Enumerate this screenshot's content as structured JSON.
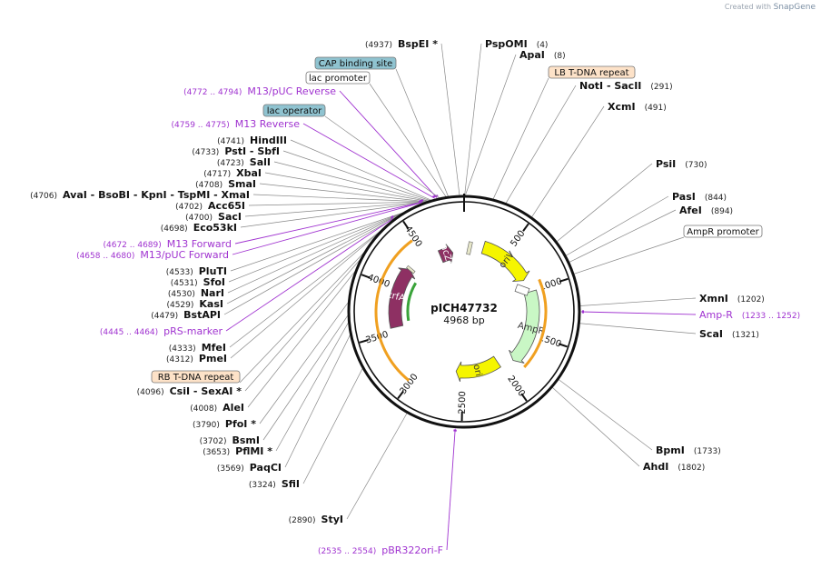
{
  "credit": {
    "prefix": "Created with",
    "brand": "SnapGene"
  },
  "plasmid": {
    "name": "pICH47732",
    "size_label": "4968 bp",
    "length": 4968
  },
  "ticks": [
    "500",
    "1000",
    "1500",
    "2000",
    "2500",
    "3000",
    "3500",
    "4000",
    "4500"
  ],
  "colors": {
    "ring": "#111111",
    "primer": "#a033d0",
    "lacZ": "#8e3063",
    "oriV": "#f5f500",
    "ori": "#f5f500",
    "AmpR": "#c9f7c5",
    "trfA": "#8e3063",
    "orange": "#f0a020",
    "green": "#3aa33a",
    "teal_box": "#8fc3d0",
    "peach_box": "#fde2c8"
  },
  "sites": [
    {
      "name": "BspEI",
      "pos": "(4937)",
      "star": "*",
      "bp": 4937
    },
    {
      "name": "PspOMI",
      "pos": "(4)",
      "star": "",
      "bp": 4
    },
    {
      "name": "ApaI",
      "pos": "(8)",
      "star": "",
      "bp": 8
    },
    {
      "name": "NotI  - SacII",
      "pos": "(291)",
      "star": "",
      "bp": 291
    },
    {
      "name": "XcmI",
      "pos": "(491)",
      "star": "",
      "bp": 491
    },
    {
      "name": "PsiI",
      "pos": "(730)",
      "star": "",
      "bp": 730
    },
    {
      "name": "PasI",
      "pos": "(844)",
      "star": "",
      "bp": 844
    },
    {
      "name": "AfeI",
      "pos": "(894)",
      "star": "",
      "bp": 894
    },
    {
      "name": "XmnI",
      "pos": "(1202)",
      "star": "",
      "bp": 1202
    },
    {
      "name": "ScaI",
      "pos": "(1321)",
      "star": "",
      "bp": 1321
    },
    {
      "name": "BpmI",
      "pos": "(1733)",
      "star": "",
      "bp": 1733
    },
    {
      "name": "AhdI",
      "pos": "(1802)",
      "star": "",
      "bp": 1802
    },
    {
      "name": "StyI",
      "pos": "(2890)",
      "star": "",
      "bp": 2890
    },
    {
      "name": "SfiI",
      "pos": "(3324)",
      "star": "",
      "bp": 3324
    },
    {
      "name": "PaqCI",
      "pos": "(3569)",
      "star": "",
      "bp": 3569
    },
    {
      "name": "PflMI",
      "pos": "(3653)",
      "star": "*",
      "bp": 3653
    },
    {
      "name": "BsmI",
      "pos": "(3702)",
      "star": "",
      "bp": 3702
    },
    {
      "name": "PfoI",
      "pos": "(3790)",
      "star": "*",
      "bp": 3790
    },
    {
      "name": "AleI",
      "pos": "(4008)",
      "star": "",
      "bp": 4008
    },
    {
      "name": "CsiI  - SexAI",
      "pos": "(4096)",
      "star": "*",
      "bp": 4096
    },
    {
      "name": "PmeI",
      "pos": "(4312)",
      "star": "",
      "bp": 4312
    },
    {
      "name": "MfeI",
      "pos": "(4333)",
      "star": "",
      "bp": 4333
    },
    {
      "name": "BstAPI",
      "pos": "(4479)",
      "star": "",
      "bp": 4479
    },
    {
      "name": "KasI",
      "pos": "(4529)",
      "star": "",
      "bp": 4529
    },
    {
      "name": "NarI",
      "pos": "(4530)",
      "star": "",
      "bp": 4530
    },
    {
      "name": "SfoI",
      "pos": "(4531)",
      "star": "",
      "bp": 4531
    },
    {
      "name": "PluTI",
      "pos": "(4533)",
      "star": "",
      "bp": 4533
    },
    {
      "name": "Eco53kI",
      "pos": "(4698)",
      "star": "",
      "bp": 4698
    },
    {
      "name": "SacI",
      "pos": "(4700)",
      "star": "",
      "bp": 4700
    },
    {
      "name": "Acc65I",
      "pos": "(4702)",
      "star": "",
      "bp": 4702
    },
    {
      "name": "AvaI   - BsoBI   - KpnI   - TspMI   - XmaI",
      "pos": "(4706)",
      "star": "",
      "bp": 4706
    },
    {
      "name": "SmaI",
      "pos": "(4708)",
      "star": "",
      "bp": 4708
    },
    {
      "name": "XbaI",
      "pos": "(4717)",
      "star": "",
      "bp": 4717
    },
    {
      "name": "SalI",
      "pos": "(4723)",
      "star": "",
      "bp": 4723
    },
    {
      "name": "PstI  - SbfI",
      "pos": "(4733)",
      "star": "",
      "bp": 4733
    },
    {
      "name": "HindIII",
      "pos": "(4741)",
      "star": "",
      "bp": 4741
    }
  ],
  "primers": [
    {
      "name": "M13/pUC Reverse",
      "range": "(4772 .. 4794)",
      "bp": 4783
    },
    {
      "name": "M13 Reverse",
      "range": "(4759 .. 4775)",
      "bp": 4767
    },
    {
      "name": "M13 Forward",
      "range": "(4672 .. 4689)",
      "bp": 4680
    },
    {
      "name": "M13/pUC Forward",
      "range": "(4658 .. 4680)",
      "bp": 4669
    },
    {
      "name": "pRS-marker",
      "range": "(4445 .. 4464)",
      "bp": 4454
    },
    {
      "name": "Amp-R",
      "range": "(1233 .. 1252)",
      "bp": 1242
    },
    {
      "name": "pBR322ori-F",
      "range": "(2535 .. 2554)",
      "bp": 2544
    }
  ],
  "feature_boxes": [
    {
      "name": "CAP binding site",
      "style": "teal",
      "bp": 4860
    },
    {
      "name": "lac promoter",
      "style": "white",
      "bp": 4845
    },
    {
      "name": "lac operator",
      "style": "teal",
      "bp": 4800
    },
    {
      "name": "LB T-DNA repeat",
      "style": "peach",
      "bp": 200
    },
    {
      "name": "AmpR promoter",
      "style": "white",
      "bp": 980
    },
    {
      "name": "RB T-DNA repeat",
      "style": "peach",
      "bp": 4150
    }
  ],
  "features": [
    {
      "name": "lacZα",
      "color": "lacZ",
      "start": 4650,
      "end": 4820
    },
    {
      "name": "oriV",
      "color": "oriV",
      "start": 230,
      "end": 860
    },
    {
      "name": "AmpR",
      "color": "AmpR",
      "start": 1010,
      "end": 1860
    },
    {
      "name": "ori",
      "color": "ori",
      "start": 2020,
      "end": 2590
    },
    {
      "name": "trfA",
      "color": "trfA",
      "start": 3550,
      "end": 4250
    }
  ]
}
